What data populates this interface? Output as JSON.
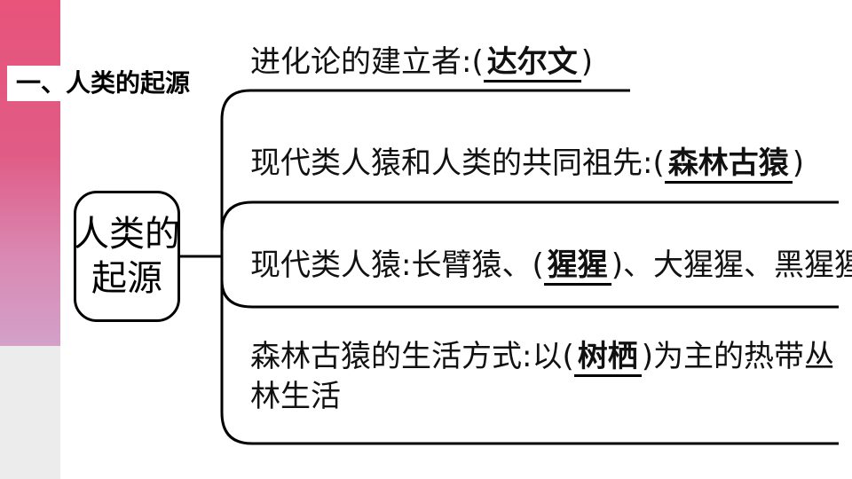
{
  "section_title": "一、人类的起源",
  "root": {
    "line1": "人类的",
    "line2": "起源"
  },
  "branches": [
    {
      "prefix": "进化论的建立者:(",
      "answer": "达尔文",
      "suffix": ")"
    },
    {
      "prefix": "现代类人猿和人类的共同祖先:(",
      "answer": "森林古猿",
      "suffix": ")"
    },
    {
      "prefix": "现代类人猿:长臂猿、(",
      "answer": "猩猩",
      "suffix": ")、大猩猩、黑猩猩"
    },
    {
      "prefix": "森林古猿的生活方式:以(",
      "answer": "树栖",
      "suffix": ")为主的热带丛林生活"
    }
  ]
}
